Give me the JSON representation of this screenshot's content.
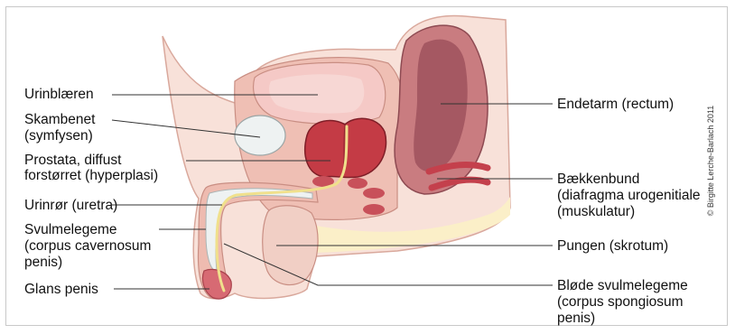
{
  "labels": {
    "urinblaeren": "Urinblæren",
    "skambenet_1": "Skambenet",
    "skambenet_2": "(symfysen)",
    "prostata_1": "Prostata, diffust",
    "prostata_2": "forstørret (hyperplasi)",
    "urinror": "Urinrør (uretra)",
    "svulmelegeme_1": "Svulmelegeme",
    "svulmelegeme_2": "(corpus cavernosum",
    "svulmelegeme_3": "penis)",
    "glans": "Glans penis",
    "endetarm": "Endetarm (rectum)",
    "baekkenbund_1": "Bækkenbund",
    "baekkenbund_2": "(diafragma urogenitiale",
    "baekkenbund_3": "(muskulatur)",
    "pungen": "Pungen (skrotum)",
    "blode_1": "Bløde svulmelegeme",
    "blode_2": "(corpus spongiosum",
    "blode_3": "penis)"
  },
  "copyright": "© Birgitte Lerche-Barlach 2011",
  "colors": {
    "skin": "#f7dcd4",
    "tissue": "#eeb9ae",
    "bladder": "#f3c3c0",
    "prostate": "#c43b45",
    "rectum": "#a95a63",
    "urethra": "#f4e6a0",
    "bone": "#eef2f2",
    "fat": "#fbeec6",
    "leader": "#333333"
  }
}
